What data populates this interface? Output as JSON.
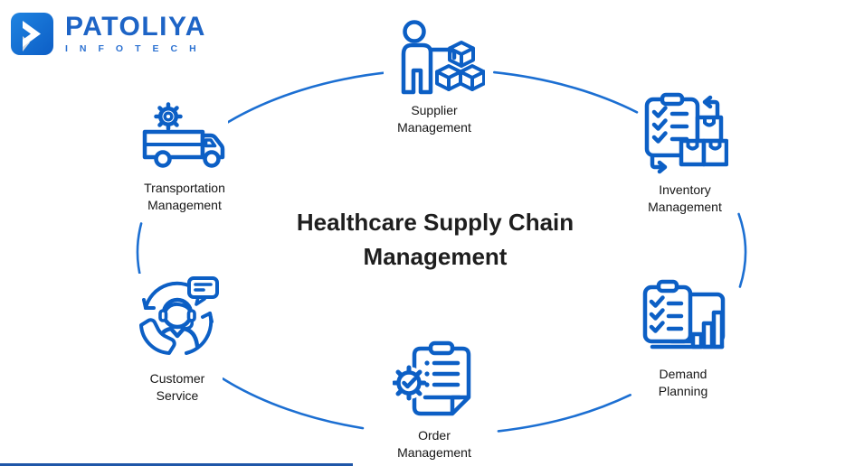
{
  "logo": {
    "brand": "PATOLIYA",
    "sub": "INFOTECH"
  },
  "title": {
    "line1": "Healthcare Supply Chain",
    "line2": "Management"
  },
  "nodes": [
    {
      "id": "supplier-management",
      "line1": "Supplier",
      "line2": "Management",
      "icon": "person-with-boxes-icon"
    },
    {
      "id": "inventory-management",
      "line1": "Inventory",
      "line2": "Management",
      "icon": "clipboard-boxes-arrows-icon"
    },
    {
      "id": "demand-planning",
      "line1": "Demand",
      "line2": "Planning",
      "icon": "clipboard-bar-chart-icon"
    },
    {
      "id": "order-management",
      "line1": "Order",
      "line2": "Management",
      "icon": "clipboard-gear-check-icon"
    },
    {
      "id": "customer-service",
      "line1": "Customer",
      "line2": "Service",
      "icon": "headset-agent-icon"
    },
    {
      "id": "transportation-management",
      "line1": "Transportation",
      "line2": "Management",
      "icon": "truck-gear-icon"
    }
  ],
  "colors": {
    "icon_blue": "#0c5fc5",
    "arc_blue": "#1c6fd2",
    "logo_blue": "#1d64c6",
    "text_dark": "#1e1e1e",
    "accent_bar": "#1e56a8"
  }
}
